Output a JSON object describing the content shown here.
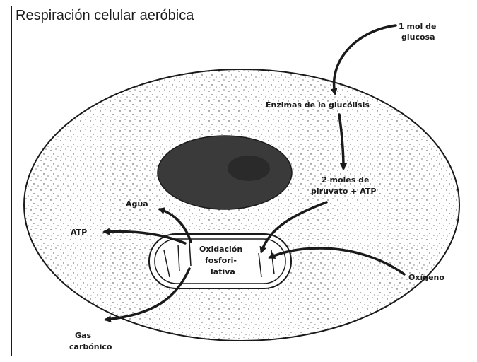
{
  "title": "Respiración celular aeróbica",
  "labels": {
    "glucose_line1": "1 mol de",
    "glucose_line2": "glucosa",
    "enzymes": "Enzimas de la glucólisis",
    "pyruvate_line1": "2 moles de",
    "pyruvate_line2": "piruvato + ATP",
    "water": "Agua",
    "atp": "ATP",
    "oxidation_line1": "Oxidación",
    "oxidation_line2": "fosfori-",
    "oxidation_line3": "lativa",
    "oxygen": "Oxígeno",
    "co2_line1": "Gas",
    "co2_line2": "carbónico"
  },
  "colors": {
    "ink": "#1a1a1a",
    "nucleus": "#3a3a3a",
    "background": "#ffffff"
  }
}
